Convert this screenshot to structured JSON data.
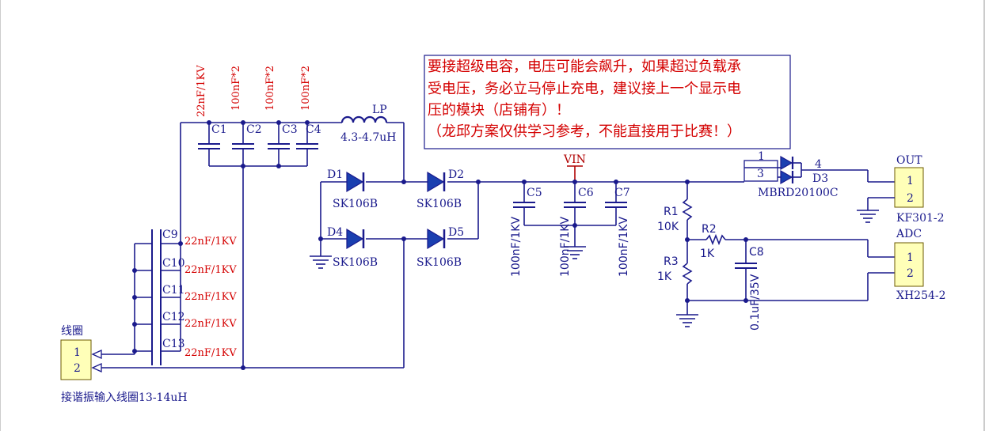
{
  "note": {
    "lines": [
      "要接超级电容，电压可能会飙升，如果超过负载承",
      "受电压，务必立马停止充电，建议接上一个显示电",
      "压的模块（店铺有）！",
      "（龙邱方案仅供学习参考，不能直接用于比赛！）"
    ]
  },
  "input_connector": {
    "title": "线圈",
    "pins": [
      "1",
      "2"
    ],
    "caption": "接谐振输入线圈13-14uH"
  },
  "series_caps": {
    "refs": [
      "C9",
      "C10",
      "C11",
      "C12",
      "C13"
    ],
    "values": [
      "22nF/1KV",
      "22nF/1KV",
      "22nF/1KV",
      "22nF/1KV",
      "22nF/1KV"
    ]
  },
  "filter_caps": {
    "refs": [
      "C1",
      "C2",
      "C3",
      "C4"
    ],
    "values": [
      "22nF/1KV",
      "100nF*2",
      "100nF*2",
      "100nF*2"
    ]
  },
  "inductor": {
    "ref": "LP",
    "value": "4.3-4.7uH"
  },
  "diodes": {
    "d1": {
      "ref": "D1",
      "value": "SK106B"
    },
    "d2": {
      "ref": "D2",
      "value": "SK106B"
    },
    "d4": {
      "ref": "D4",
      "value": "SK106B"
    },
    "d5": {
      "ref": "D5",
      "value": "SK106B"
    }
  },
  "vin_label": "VIN",
  "bulk_caps": {
    "refs": [
      "C5",
      "C6",
      "C7"
    ],
    "values": [
      "100nF/1KV",
      "100nF/1KV",
      "100nF/1KV"
    ]
  },
  "divider": {
    "r1": {
      "ref": "R1",
      "value": "10K"
    },
    "r2": {
      "ref": "R2",
      "value": "1K"
    },
    "r3": {
      "ref": "R3",
      "value": "1K"
    },
    "c8": {
      "ref": "C8",
      "value": "0.1uF/35V"
    }
  },
  "d3": {
    "ref": "D3",
    "part": "MBRD20100C",
    "pins": [
      "1",
      "3",
      "4"
    ]
  },
  "out_connector": {
    "title": "OUT",
    "pins": [
      "1",
      "2"
    ],
    "part": "KF301-2"
  },
  "adc_connector": {
    "title": "ADC",
    "pins": [
      "1",
      "2"
    ],
    "part": "XH254-2"
  }
}
